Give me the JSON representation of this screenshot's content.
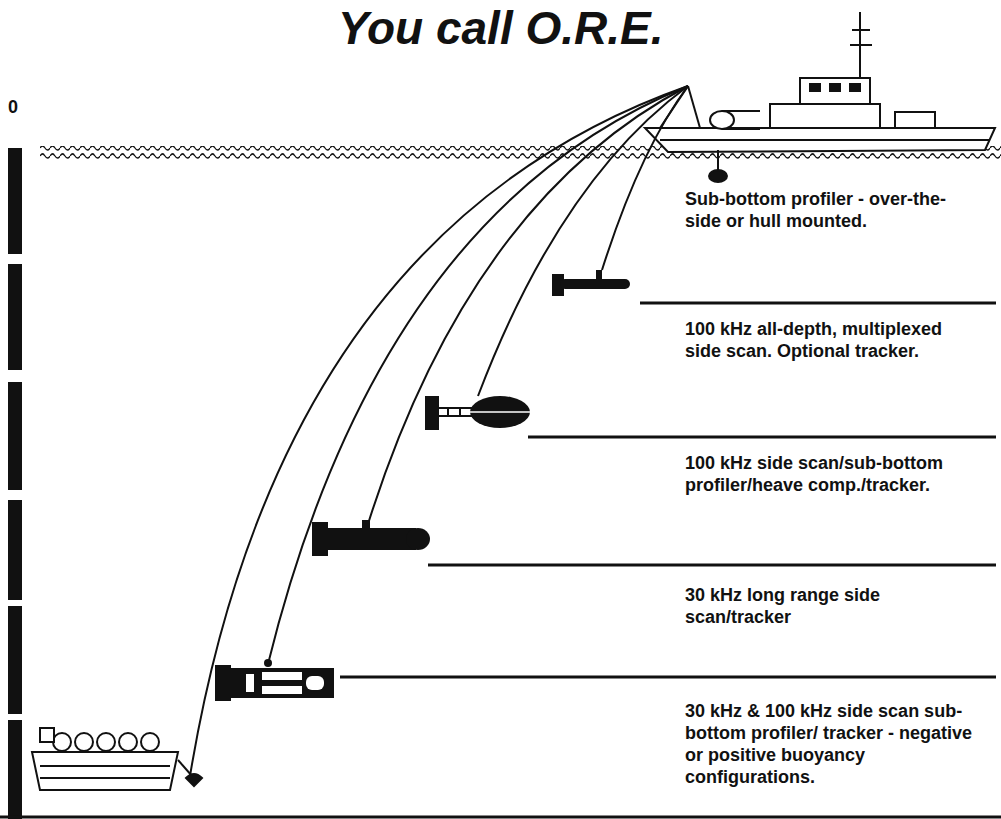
{
  "diagram": {
    "title": "You call O.R.E.",
    "labels": [
      "0",
      "Sub-bottom profiler - over-the-side or hull mounted.",
      "100 kHz all-depth, multiplexed side scan. Optional tracker.",
      "100 kHz side scan/sub-bottom profiler/heave comp./tracker.",
      "30 kHz long range side scan/tracker",
      "30 kHz & 100 kHz side scan sub-bottom profiler/ tracker - negative or positive buoyancy configurations."
    ]
  }
}
